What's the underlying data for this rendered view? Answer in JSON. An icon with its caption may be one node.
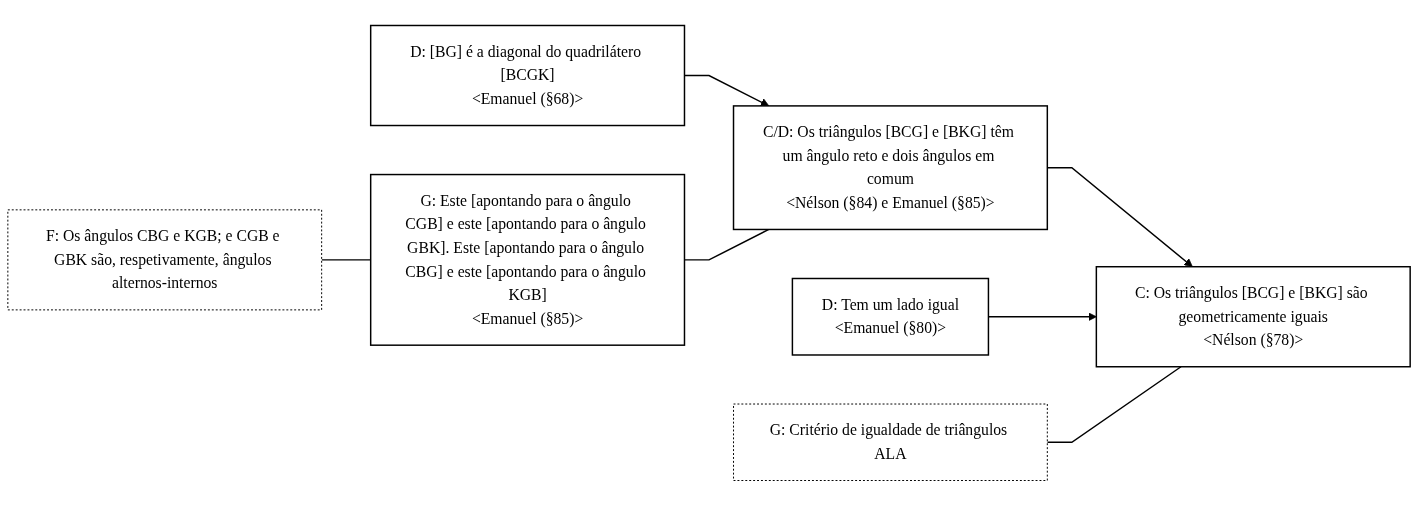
{
  "diagram": {
    "nodes": [
      {
        "text": [
          "D: [BG] é a diagonal do quadrilátero [BCGK]",
          "<Emanuel (§68)>"
        ]
      },
      {
        "text": [
          "C/D: Os triângulos [BCG] e [BKG] têm um ângulo reto e dois ângulos em comum",
          "<Nélson (§84) e Emanuel (§85)>"
        ]
      },
      {
        "text": [
          "D: Tem um lado igual",
          "<Emanuel (§80)>"
        ]
      },
      {
        "text": [
          "G: Critério de igualdade de triângulos ALA"
        ]
      },
      {
        "text": [
          "C: Os triângulos [BCG] e [BKG] são geometricamente iguais",
          "<Nélson (§78)>"
        ]
      },
      {
        "text": [
          "G: Este [apontando para o ângulo CGB] e este [apontando para o ângulo GBK]. Este [apontando para o ângulo CBG] e este [apontando para o ângulo KGB]",
          "<Emanuel (§85)>"
        ]
      },
      {
        "text": [
          "F: Os ângulos CBG e KGB; e CGB e GBK são, respetivamente, ângulos alternos-internos"
        ]
      }
    ],
    "edges": [
      {
        "from": 0,
        "to": 1,
        "arrow": "to"
      },
      {
        "from": 1,
        "to": 4,
        "arrow": "to"
      },
      {
        "from": 2,
        "to": 4,
        "arrow": "to"
      },
      {
        "from": 3,
        "to": 4,
        "arrow": "none"
      },
      {
        "from": 5,
        "to": 1,
        "arrow": "none"
      },
      {
        "from": 6,
        "to": 5,
        "arrow": "none"
      }
    ]
  }
}
